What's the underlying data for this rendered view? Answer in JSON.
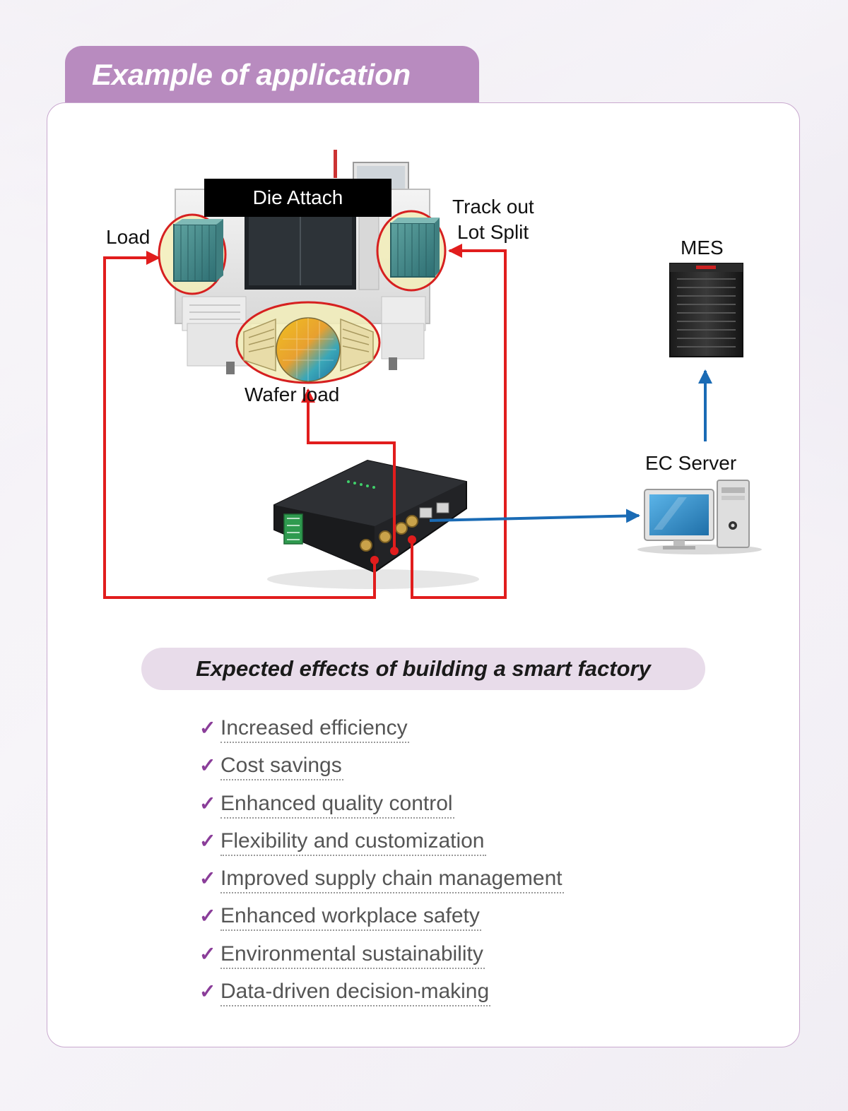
{
  "header": {
    "title": "Example of application"
  },
  "diagram": {
    "machine_label": "Die Attach",
    "load_label": "Load",
    "track_out_line1": "Track out",
    "track_out_line2": "Lot Split",
    "wafer_load_label": "Wafer load",
    "mes_label": "MES",
    "ec_server_label": "EC Server",
    "colors": {
      "rfid_links": "#e11d1d",
      "network_links": "#1a6bb5",
      "highlight_ring": "#d62020"
    }
  },
  "effects": {
    "heading": "Expected effects of building a smart factory",
    "check_mark": "✓",
    "items": [
      "Increased efficiency",
      "Cost savings",
      "Enhanced quality control",
      "Flexibility and customization",
      "Improved supply chain management",
      "Enhanced workplace safety",
      "Environmental sustainability",
      "Data-driven decision-making"
    ]
  }
}
